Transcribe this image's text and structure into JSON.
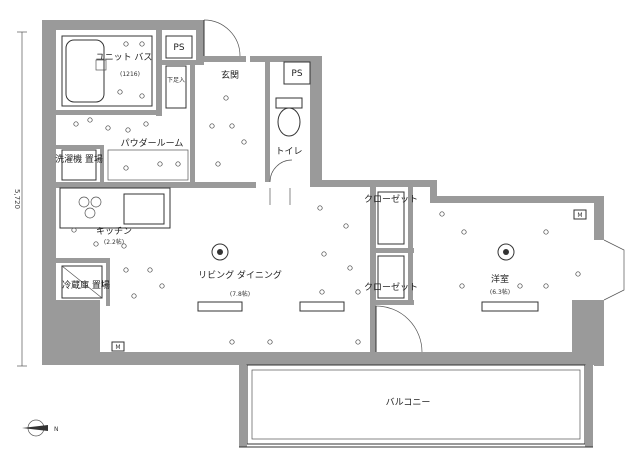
{
  "rooms": {
    "unit_bath": "ユニット バス",
    "unit_bath_size": "(1216)",
    "ps_top": "PS",
    "ps_right": "PS",
    "shoe_box": "下足入",
    "entrance": "玄関",
    "powder_room": "パウダールーム",
    "toilet": "トイレ",
    "laundry": "洗濯機 置場",
    "kitchen": "キッチン",
    "kitchen_size": "(2.2帖)",
    "fridge": "冷蔵庫 置場",
    "living": "リビング ダイニング",
    "living_size": "(7.8帖)",
    "closet_top": "クローゼット",
    "closet_bottom": "クローゼット",
    "western": "洋室",
    "western_size": "(6.3帖)",
    "balcony": "バルコニー"
  },
  "labels": {
    "dimension": "5,720",
    "north": "N",
    "m_left": "M",
    "m_right": "M"
  },
  "colors": {
    "wall": "#9a9a9a",
    "line": "#333333"
  }
}
